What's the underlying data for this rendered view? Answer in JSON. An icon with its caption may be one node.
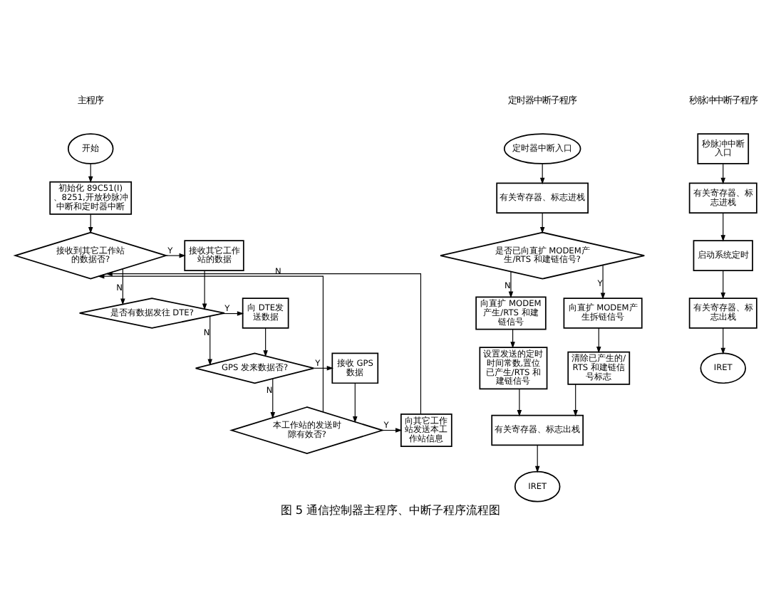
{
  "diagram": {
    "caption": "图 5 通信控制器主程序、中断子程序流程图",
    "nodes": [
      {
        "text": [
          "开始"
        ]
      },
      {
        "text": [
          "初始化 89C51(Ⅰ)、8251,开放秒脉冲中断和定时器中断"
        ]
      },
      {
        "text": [
          "接收到其它工作站的数据否?"
        ]
      },
      {
        "text": [
          "接收其它工作站的数据"
        ]
      },
      {
        "text": [
          "是否有数据发往 DTE?"
        ]
      },
      {
        "text": [
          "向 DTE发送数据"
        ]
      },
      {
        "text": [
          "GPS 发来数据否?"
        ]
      },
      {
        "text": [
          "接收 GPS数据"
        ]
      },
      {
        "text": [
          "本工作站的发送时隙有效否?"
        ]
      },
      {
        "text": [
          "向其它工作站发送本工作站信息"
        ]
      },
      {
        "text": [
          "定时器中断入口"
        ]
      },
      {
        "text": [
          "有关寄存器、标志进栈"
        ]
      },
      {
        "text": [
          "是否已向直扩 MODEM产生/RTS 和建链信号?"
        ]
      },
      {
        "text": [
          "向直扩 MODEM产生/RTS 和建链信号"
        ]
      },
      {
        "text": [
          "向直扩 MODEM产生拆链信号"
        ]
      },
      {
        "text": [
          "设置发送的定时时间常数,置位已产生/RTS 和建链信号"
        ]
      },
      {
        "text": [
          "清除已产生的/RTS 和建链信号标志"
        ]
      },
      {
        "text": [
          "有关寄存器、标志出栈"
        ]
      },
      {
        "text": [
          "IRET"
        ]
      },
      {
        "text": [
          "秒脉冲中断入口"
        ]
      },
      {
        "text": [
          "有关寄存器、标志进栈"
        ]
      },
      {
        "text": [
          "启动系统定时"
        ]
      },
      {
        "text": [
          "有关寄存器、标志出栈"
        ]
      },
      {
        "text": [
          "IRET"
        ]
      }
    ],
    "edges": [
      {
        "from": 0,
        "to": 1,
        "arrow": "to"
      },
      {
        "from": 1,
        "to": 2,
        "arrow": "to"
      },
      {
        "from": 2,
        "to": 3,
        "arrow": "to",
        "label": "Y"
      },
      {
        "from": 2,
        "to": 4,
        "arrow": "to",
        "label": "N"
      },
      {
        "from": 3,
        "to": 4,
        "arrow": "to"
      },
      {
        "from": 4,
        "to": 5,
        "arrow": "to",
        "label": "Y"
      },
      {
        "from": 4,
        "to": 6,
        "arrow": "to",
        "label": "N"
      },
      {
        "from": 5,
        "to": 6,
        "arrow": "to"
      },
      {
        "from": 6,
        "to": 7,
        "arrow": "to",
        "label": "Y"
      },
      {
        "from": 6,
        "to": 8,
        "arrow": "to",
        "label": "N"
      },
      {
        "from": 7,
        "to": 8,
        "arrow": "to"
      },
      {
        "from": 8,
        "to": 9,
        "arrow": "to",
        "label": "Y"
      },
      {
        "from": 8,
        "to": 2,
        "arrow": "to",
        "label": "N"
      },
      {
        "from": 9,
        "to": 2,
        "arrow": "to"
      },
      {
        "from": 10,
        "to": 11,
        "arrow": "to"
      },
      {
        "from": 11,
        "to": 12,
        "arrow": "to"
      },
      {
        "from": 12,
        "to": 14,
        "arrow": "to",
        "label": "Y"
      },
      {
        "from": 12,
        "to": 13,
        "arrow": "to",
        "label": "N"
      },
      {
        "from": 13,
        "to": 15,
        "arrow": "to"
      },
      {
        "from": 14,
        "to": 16,
        "arrow": "to"
      },
      {
        "from": 15,
        "to": 17,
        "arrow": "to"
      },
      {
        "from": 16,
        "to": 17,
        "arrow": "to"
      },
      {
        "from": 17,
        "to": 18,
        "arrow": "to"
      },
      {
        "from": 19,
        "to": 20,
        "arrow": "to"
      },
      {
        "from": 20,
        "to": 21,
        "arrow": "to"
      },
      {
        "from": 21,
        "to": 22,
        "arrow": "to"
      },
      {
        "from": 22,
        "to": 23,
        "arrow": "to"
      }
    ],
    "labels": [
      "主程序",
      "定时器中断子程序",
      "秒脉冲中断子程序"
    ]
  }
}
